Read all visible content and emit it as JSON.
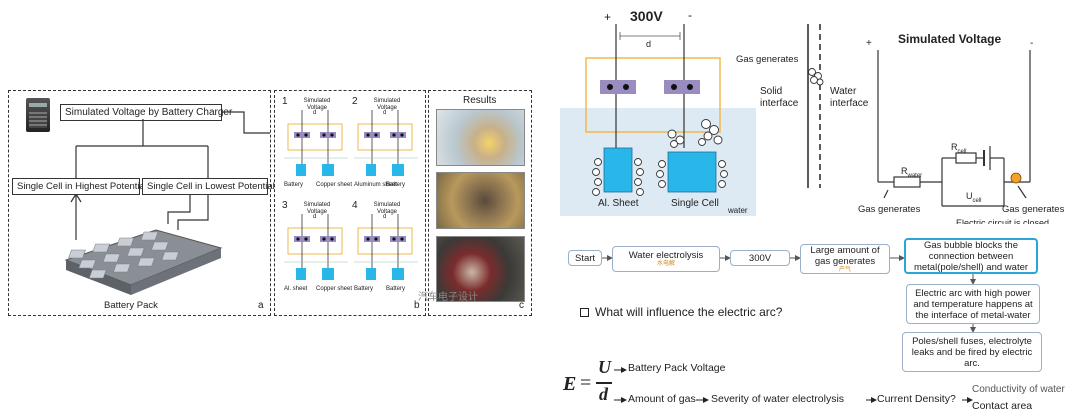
{
  "left_panel": {
    "charger_label": "Simulated Voltage by Battery Charger",
    "cell_high": "Single Cell in Highest Potential",
    "cell_low": "Single Cell in Lowest Potential",
    "battery_pack": "Battery Pack",
    "panel_a": "a",
    "panel_b": "b",
    "panel_c": "c",
    "results": "Results",
    "watermark": "汽车电子设计",
    "cases": [
      {
        "num": "1",
        "title": "Simulated Voltage",
        "d": "d",
        "left": "Battery",
        "right": "Copper sheet"
      },
      {
        "num": "2",
        "title": "Simulated Voltage",
        "d": "d",
        "left": "Aluminum sheet",
        "right": "Battery"
      },
      {
        "num": "3",
        "title": "Simulated Voltage",
        "d": "d",
        "left": "Al. sheet",
        "right": "Copper sheet"
      },
      {
        "num": "4",
        "title": "Simulated Voltage",
        "d": "d",
        "left": "Battery",
        "right": "Battery"
      }
    ]
  },
  "cell_diagram": {
    "voltage": "300V",
    "plus": "+",
    "minus": "-",
    "d": "d",
    "al_sheet": "Al. Sheet",
    "single_cell": "Single Cell",
    "water": "water"
  },
  "interface_diagram": {
    "gas_generates": "Gas generates",
    "solid_interface": "Solid interface",
    "water_interface": "Water interface"
  },
  "circuit": {
    "title": "Simulated Voltage",
    "plus": "+",
    "minus": "-",
    "r_water": "R",
    "r_water_sub": "water",
    "r_cell": "R",
    "r_cell_sub": "cell",
    "u_cell": "U",
    "u_cell_sub": "cell",
    "gas_left": "Gas generates",
    "gas_right": "Gas generates",
    "closed": "Electric circuit is closed"
  },
  "flow": {
    "start": "Start",
    "electrolysis": "Water electrolysis",
    "electrolysis_sub": "水电解",
    "v300": "300V",
    "gas": "Large amount of gas generates",
    "gas_sub": "产气",
    "bubble": "Gas bubble blocks the connection between metal(pole/shell) and water",
    "arc": "Electric arc with high power and temperature happens at the interface of metal-water",
    "fuse": "Poles/shell fuses, electrolyte leaks and be fired by electric arc."
  },
  "question": "What will influence the electric arc?",
  "formula": {
    "E": "E",
    "eq": "=",
    "U": "U",
    "d": "d",
    "u_meaning": "Battery Pack Voltage",
    "d_meaning": "Amount of gas",
    "severity": "Severity of water electrolysis",
    "current": "Current Density?",
    "conductivity": "Conductivity of water",
    "contact": "Contact area"
  },
  "colors": {
    "accent": "#2aa7d6",
    "cell_blue": "#29b6e8",
    "electrode_purple": "#9a8cc0",
    "water_bg": "#dde9f3",
    "frame_orange": "#f2b84b"
  }
}
